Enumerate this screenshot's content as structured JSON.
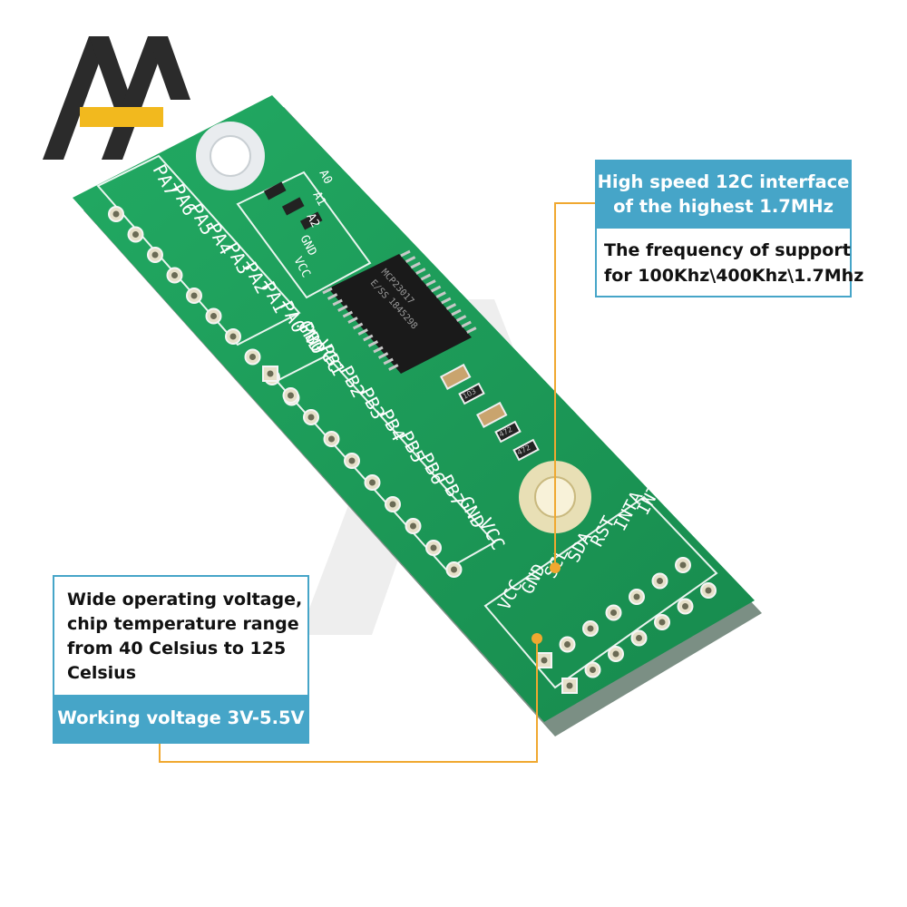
{
  "watermark": {
    "logo_letters": "AA",
    "letter_color": "#2b2b2b",
    "bar_color": "#f2b91e"
  },
  "board": {
    "pcb_color": "#1e9e5a",
    "header_a_labels": [
      "PA7",
      "PA6",
      "PA5",
      "PA4",
      "PA3",
      "PA2",
      "PA1",
      "PA0",
      "GND",
      "VCC"
    ],
    "header_b_labels": [
      "PB0",
      "PB1",
      "PB2",
      "PB3",
      "PB4",
      "PB5",
      "PB6",
      "PB7",
      "GND",
      "VCC"
    ],
    "address_labels": [
      "A0",
      "A1",
      "A2",
      "GND",
      "VCC"
    ],
    "bus_labels": [
      "VCC",
      "GND",
      "SCL",
      "SDA",
      "RST",
      "INTA",
      "INTB"
    ],
    "chip_marking": [
      "MCP23017",
      "E/SS",
      "1845298"
    ],
    "resistor_codes": [
      "103",
      "472",
      "472"
    ]
  },
  "callouts": {
    "interface": {
      "title_lines": [
        "High speed 12C interface",
        "of the highest 1.7MHz"
      ],
      "body_lines": [
        "The frequency of support",
        "for 100Khz\\400Khz\\1.7Mhz"
      ]
    },
    "voltage": {
      "body_lines": [
        "Wide operating voltage,",
        "chip temperature range",
        "from 40 Celsius to 125",
        "Celsius"
      ],
      "title": "Working voltage 3V-5.5V"
    },
    "accent_color": "#46a5c8",
    "leader_color": "#f0a830"
  }
}
